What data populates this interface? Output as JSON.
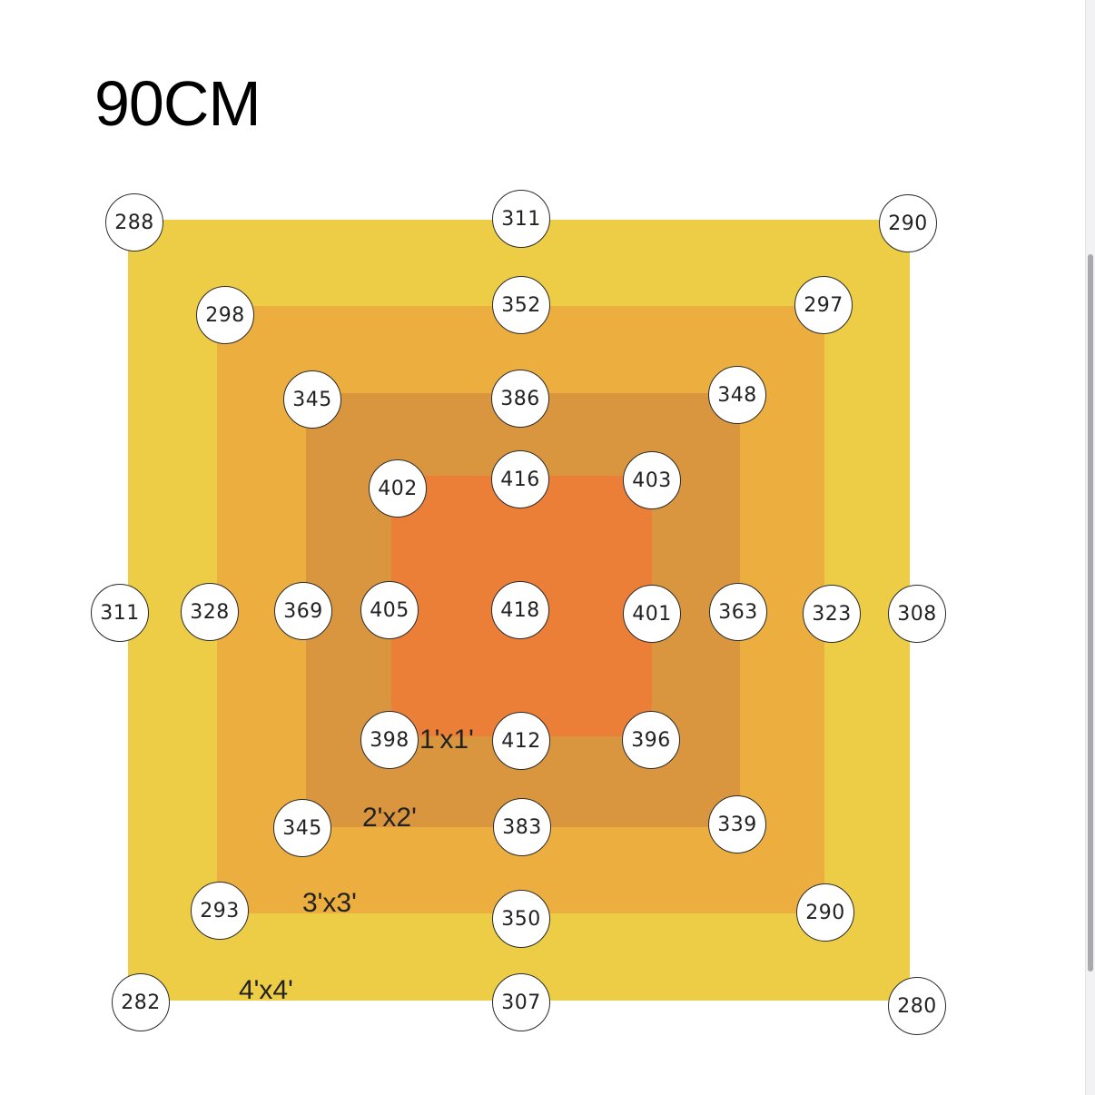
{
  "title": "90CM",
  "colors": {
    "zone_4x4": "#ECCD45",
    "zone_3x3": "#EBAE3F",
    "zone_2x2": "#D9963F",
    "zone_1x1": "#EB7F37"
  },
  "zone_labels": {
    "zone_1x1": "1'x1'",
    "zone_2x2": "2'x2'",
    "zone_3x3": "3'x3'",
    "zone_4x4": "4'x4'"
  },
  "readings": {
    "r01": "288",
    "r02": "311",
    "r03": "290",
    "r04": "298",
    "r05": "352",
    "r06": "297",
    "r07": "345",
    "r08": "386",
    "r09": "348",
    "r10": "402",
    "r11": "416",
    "r12": "403",
    "r13": "311",
    "r14": "328",
    "r15": "369",
    "r16": "405",
    "r17": "418",
    "r18": "401",
    "r19": "363",
    "r20": "323",
    "r21": "308",
    "r22": "398",
    "r23": "412",
    "r24": "396",
    "r25": "345",
    "r26": "383",
    "r27": "339",
    "r28": "293",
    "r29": "350",
    "r30": "290",
    "r31": "282",
    "r32": "307",
    "r33": "280"
  }
}
